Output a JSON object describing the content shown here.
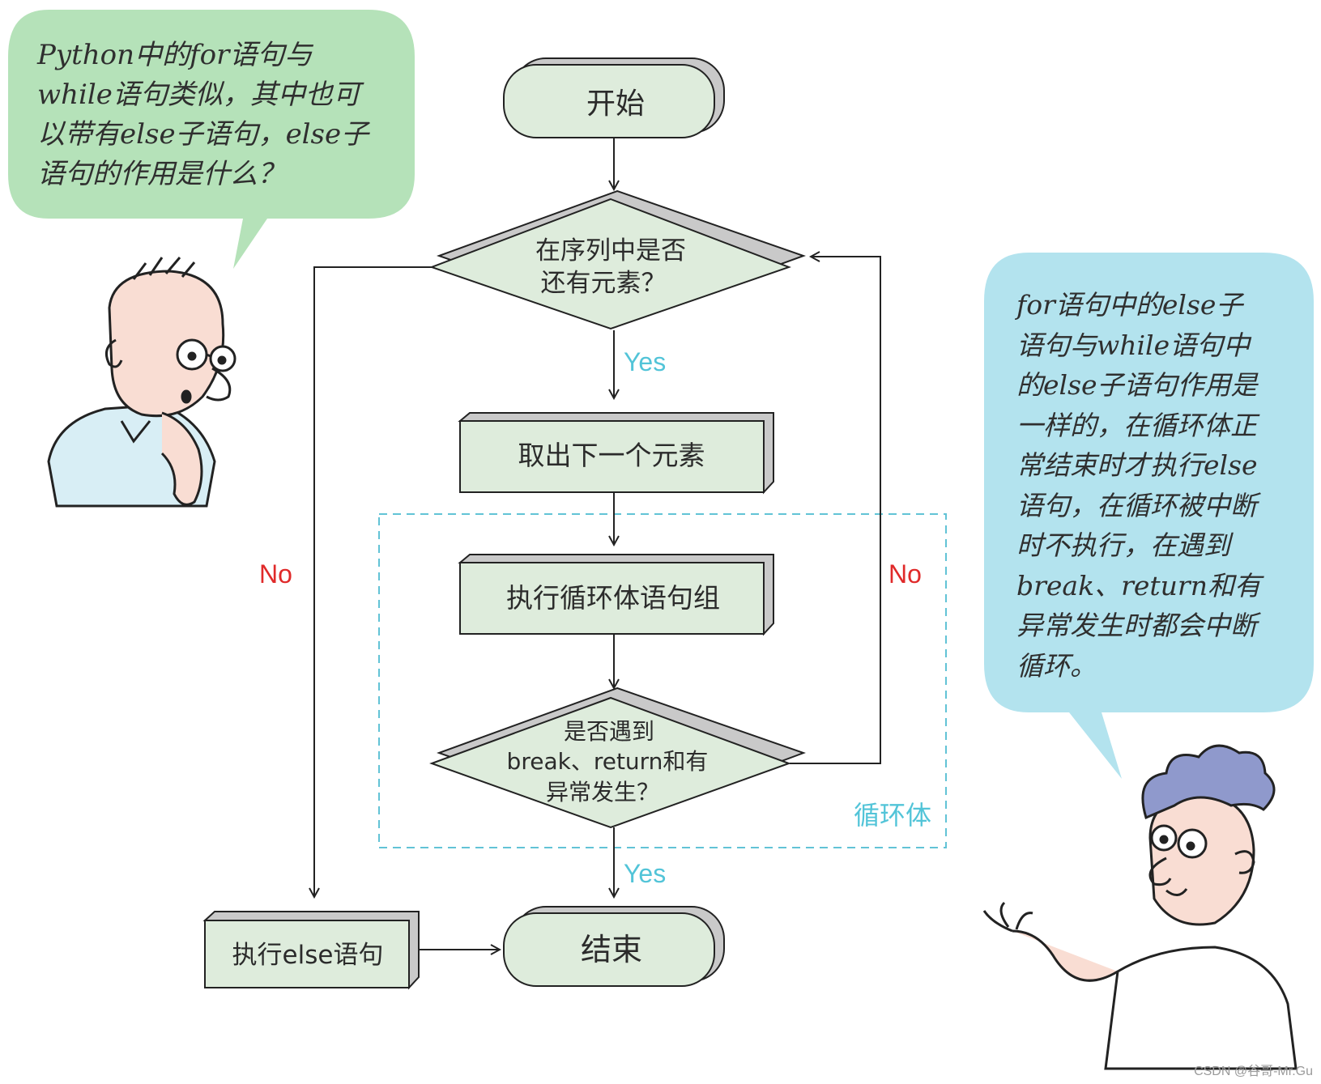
{
  "bubbles": {
    "left": "Python中的for语句与\nwhile语句类似，其中也可\n以带有else子语句，else子\n语句的作用是什么？",
    "right": "for语句中的else子\n语句与while语句中\n的else子语句作用是\n一样的，在循环体正\n常结束时才执行else\n语句，在循环被中断\n时不执行，在遇到\nbreak、return和有\n异常发生时都会中断\n循环。"
  },
  "flowchart": {
    "start": "开始",
    "decision1": [
      "在序列中是否",
      "还有元素？"
    ],
    "step1": "取出下一个元素",
    "step2": "执行循环体语句组",
    "decision2": [
      "是否遇到",
      "break、return和有",
      "异常发生？"
    ],
    "else_step": "执行else语句",
    "end": "结束",
    "yes1": "Yes",
    "yes2": "Yes",
    "no_left": "No",
    "no_right": "No",
    "loop_body": "循环体"
  },
  "watermark": "CSDN @谷哥-Mr.Gu",
  "colors": {
    "node_fill": "#deecdc",
    "node_shadow": "#c9c9c9",
    "left_bubble": "#b5e2b9",
    "right_bubble": "#b3e3ee",
    "yes_label": "#52c4d8",
    "no_label": "#e02a2a",
    "loop_border": "#62c3d6"
  }
}
